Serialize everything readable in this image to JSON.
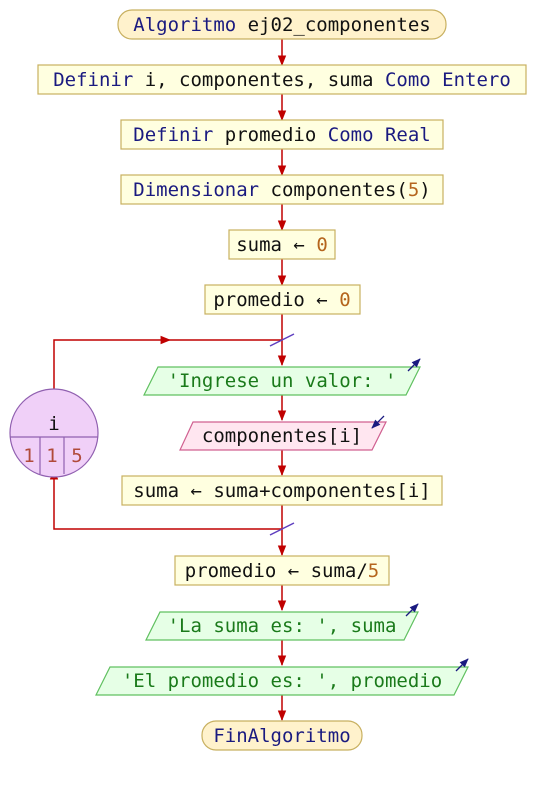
{
  "flowchart": {
    "start": {
      "kw": "Algoritmo",
      "name": " ej02_componentes"
    },
    "def1": {
      "kw": "Definir",
      "vars": " i, componentes, suma ",
      "kw2": "Como Entero"
    },
    "def2": {
      "kw": "Definir",
      "vars": " promedio ",
      "kw2": "Como Real"
    },
    "dim": {
      "kw": "Dimensionar",
      "expr": " componentes(",
      "num": "5",
      "close": ")"
    },
    "assign1": {
      "var": "suma ← ",
      "num": "0"
    },
    "assign2": {
      "var": "promedio ← ",
      "num": "0"
    },
    "loop": {
      "var": "i",
      "start": "1",
      "step": "1",
      "end": "5"
    },
    "out1": {
      "text": "'Ingrese un valor: '"
    },
    "in1": {
      "text": "componentes[i]"
    },
    "assign3": {
      "text": "suma ← suma+componentes[i]"
    },
    "assign4": {
      "var": "promedio ← suma/",
      "num": "5"
    },
    "out2": {
      "text": "'La suma es: ', suma"
    },
    "out3": {
      "text": "'El promedio es: ', promedio"
    },
    "end": {
      "kw": "FinAlgoritmo"
    }
  },
  "colors": {
    "arrow": "#c00000",
    "process_fill": "#ffffe0",
    "process_stroke": "#c8b060",
    "terminal_fill": "#fff2cc",
    "output_fill": "#e6ffe6",
    "output_stroke": "#60c060",
    "input_fill": "#ffe6f0",
    "input_stroke": "#d06090",
    "loop_fill": "#f0d0f8",
    "loop_stroke": "#9060b0"
  }
}
